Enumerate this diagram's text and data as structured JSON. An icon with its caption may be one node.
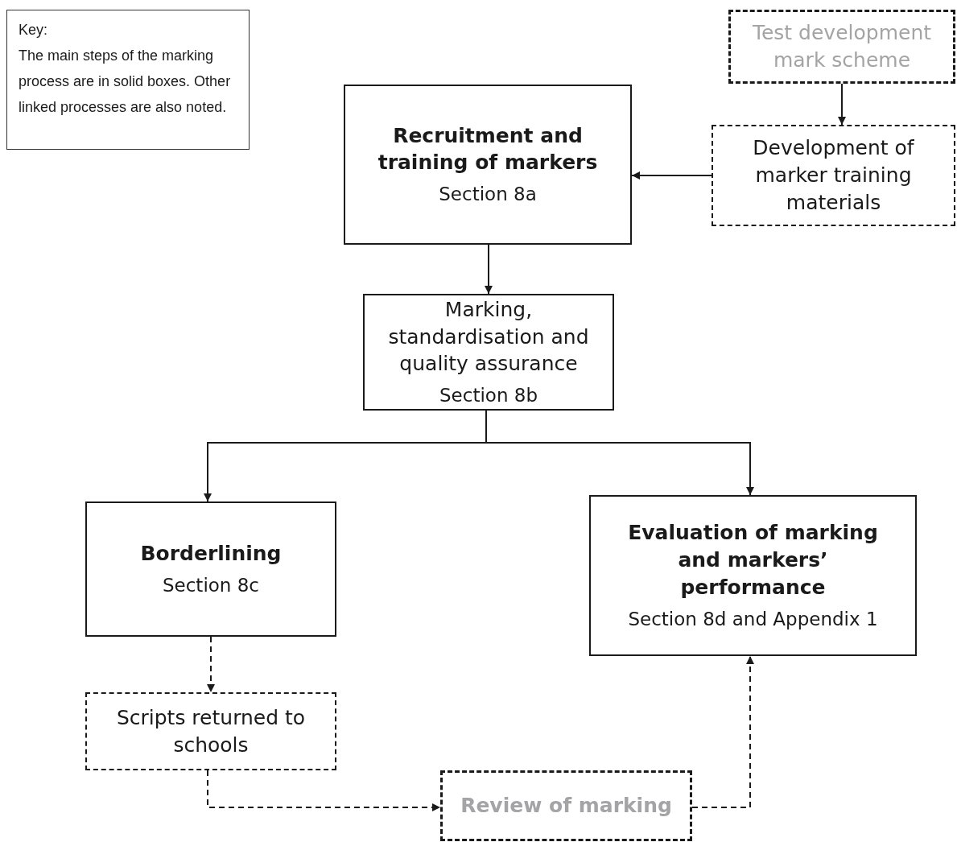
{
  "diagram": {
    "nodes": [
      {
        "text": [
          "Key:",
          "The main steps of the marking process are in solid boxes. Other linked processes are also noted."
        ]
      },
      {
        "text": [
          "Test development mark scheme"
        ]
      },
      {
        "text": [
          "Development of marker training materials"
        ]
      },
      {
        "text": [
          "Recruitment and training of markers",
          "Section 8a"
        ]
      },
      {
        "text": [
          "Marking, standardisation and quality assurance",
          "Section 8b"
        ]
      },
      {
        "text": [
          "Borderlining",
          "Section 8c"
        ]
      },
      {
        "text": [
          "Evaluation of marking and markers’ performance",
          "Section 8d and Appendix 1"
        ]
      },
      {
        "text": [
          "Scripts returned to schools"
        ]
      },
      {
        "text": [
          "Review of marking"
        ]
      }
    ],
    "edges": [
      {
        "from": 1,
        "to": 2,
        "arrow": "to"
      },
      {
        "from": 2,
        "to": 3,
        "arrow": "to"
      },
      {
        "from": 3,
        "to": 4,
        "arrow": "to"
      },
      {
        "from": 4,
        "to": 5,
        "arrow": "to"
      },
      {
        "from": 4,
        "to": 6,
        "arrow": "to"
      },
      {
        "from": 5,
        "to": 7,
        "arrow": "to",
        "style": "dashed"
      },
      {
        "from": 7,
        "to": 8,
        "arrow": "to",
        "style": "dashed"
      },
      {
        "from": 8,
        "to": 6,
        "arrow": "to",
        "style": "dashed"
      }
    ]
  }
}
